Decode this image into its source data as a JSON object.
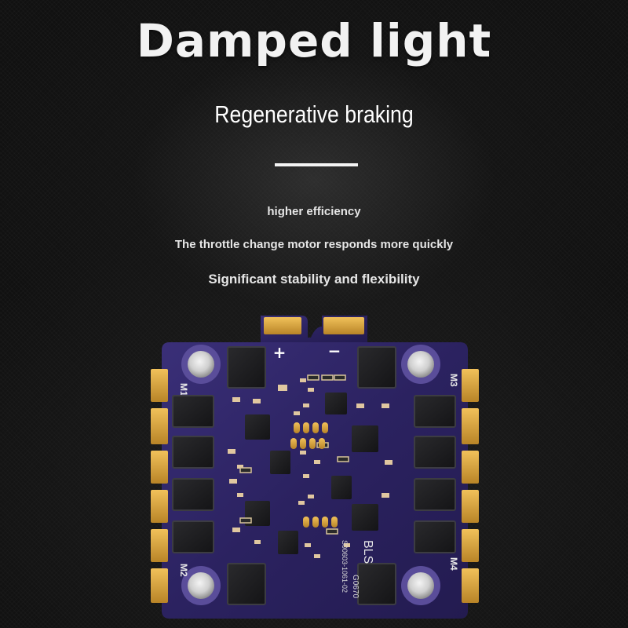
{
  "headline": "Damped light",
  "subhead": "Regenerative braking",
  "features": [
    "higher efficiency",
    "The throttle change motor responds more quickly",
    "Significant stability and flexibility"
  ],
  "board": {
    "plus_label": "+",
    "minus_label": "−",
    "motor_labels": [
      "M1",
      "M2",
      "M3",
      "M4"
    ],
    "brand_text": "BLS",
    "part_code": "G0670",
    "serial_text": "S00603-1061-02",
    "colors": {
      "pcb": "#2e2460",
      "gold": "#d9a63a",
      "chip": "#1c1c1e"
    }
  }
}
